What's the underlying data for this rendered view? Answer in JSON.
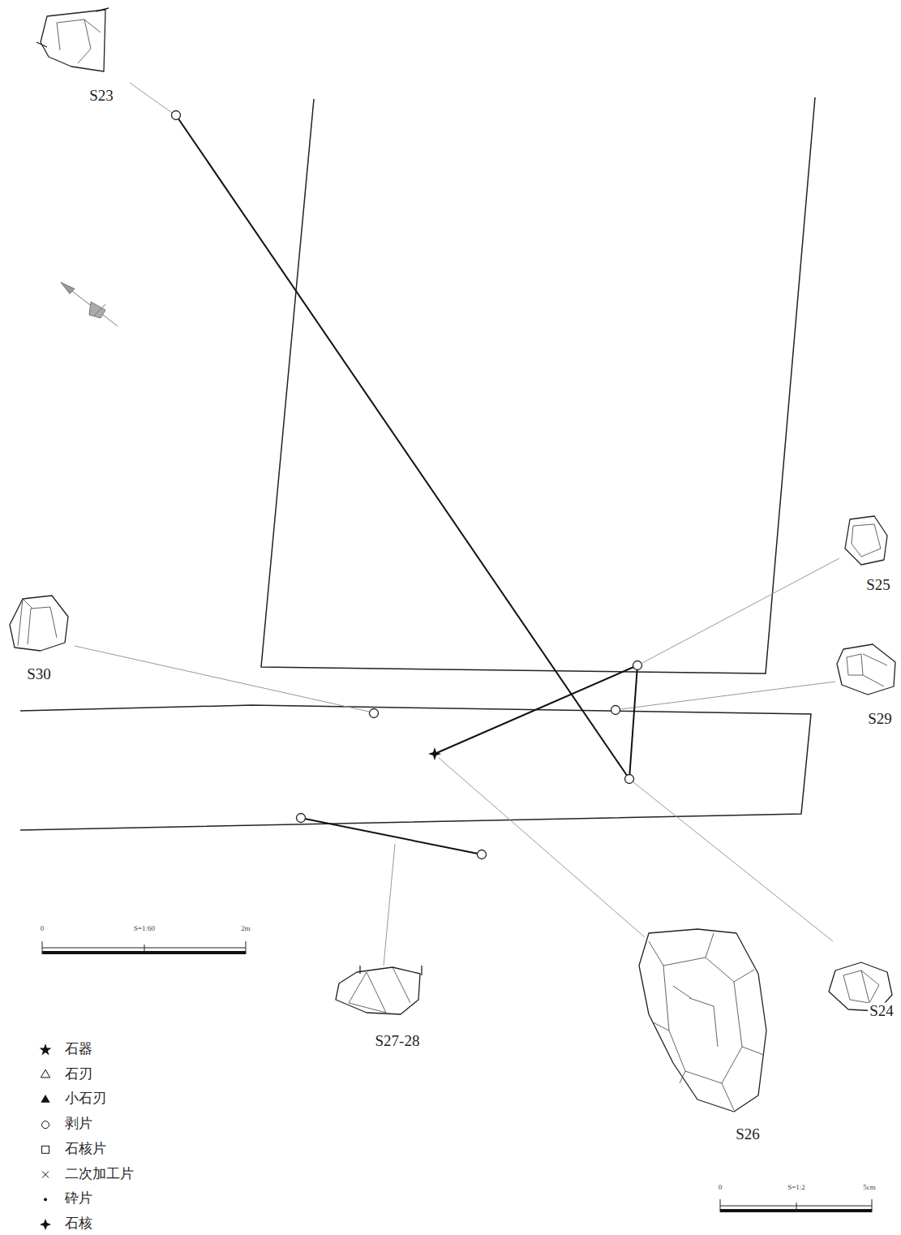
{
  "diagram": {
    "labels": [
      "S23",
      "S25",
      "S30",
      "S29",
      "S24",
      "S26",
      "S27-28",
      "0",
      "S=1:60",
      "2m",
      "0",
      "S=1:2",
      "5cm"
    ],
    "legend": [
      {
        "text": "石器"
      },
      {
        "text": "石刃"
      },
      {
        "text": "小石刃"
      },
      {
        "text": "剥片"
      },
      {
        "text": "石核片"
      },
      {
        "text": "二次加工片"
      },
      {
        "text": "砕片"
      },
      {
        "text": "石核"
      }
    ]
  }
}
